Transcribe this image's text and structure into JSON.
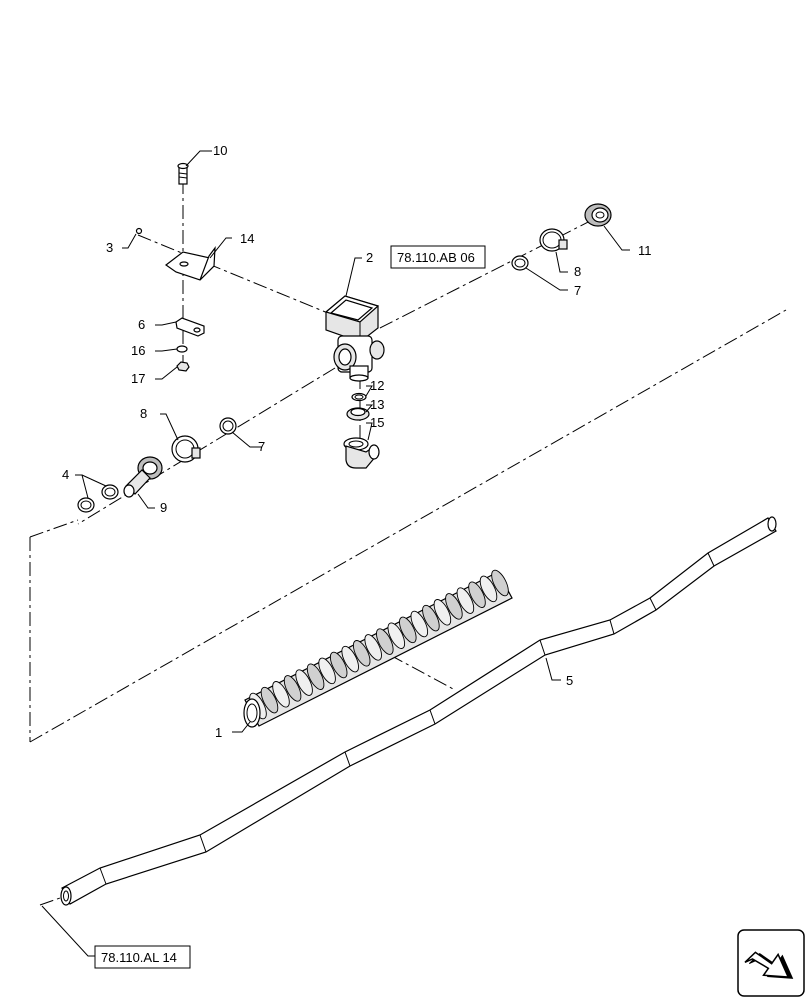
{
  "callouts": {
    "c1": "1",
    "c2": "2",
    "c3": "3",
    "c4": "4",
    "c5": "5",
    "c6": "6",
    "c7a": "7",
    "c7b": "7",
    "c8a": "8",
    "c8b": "8",
    "c9": "9",
    "c10": "10",
    "c11": "11",
    "c12": "12",
    "c13": "13",
    "c14": "14",
    "c15": "15",
    "c16": "16",
    "c17": "17"
  },
  "references": {
    "top": "78.110.AB 06",
    "bottom": "78.110.AL 14"
  },
  "nav_icon": "next-page-arrow-icon"
}
